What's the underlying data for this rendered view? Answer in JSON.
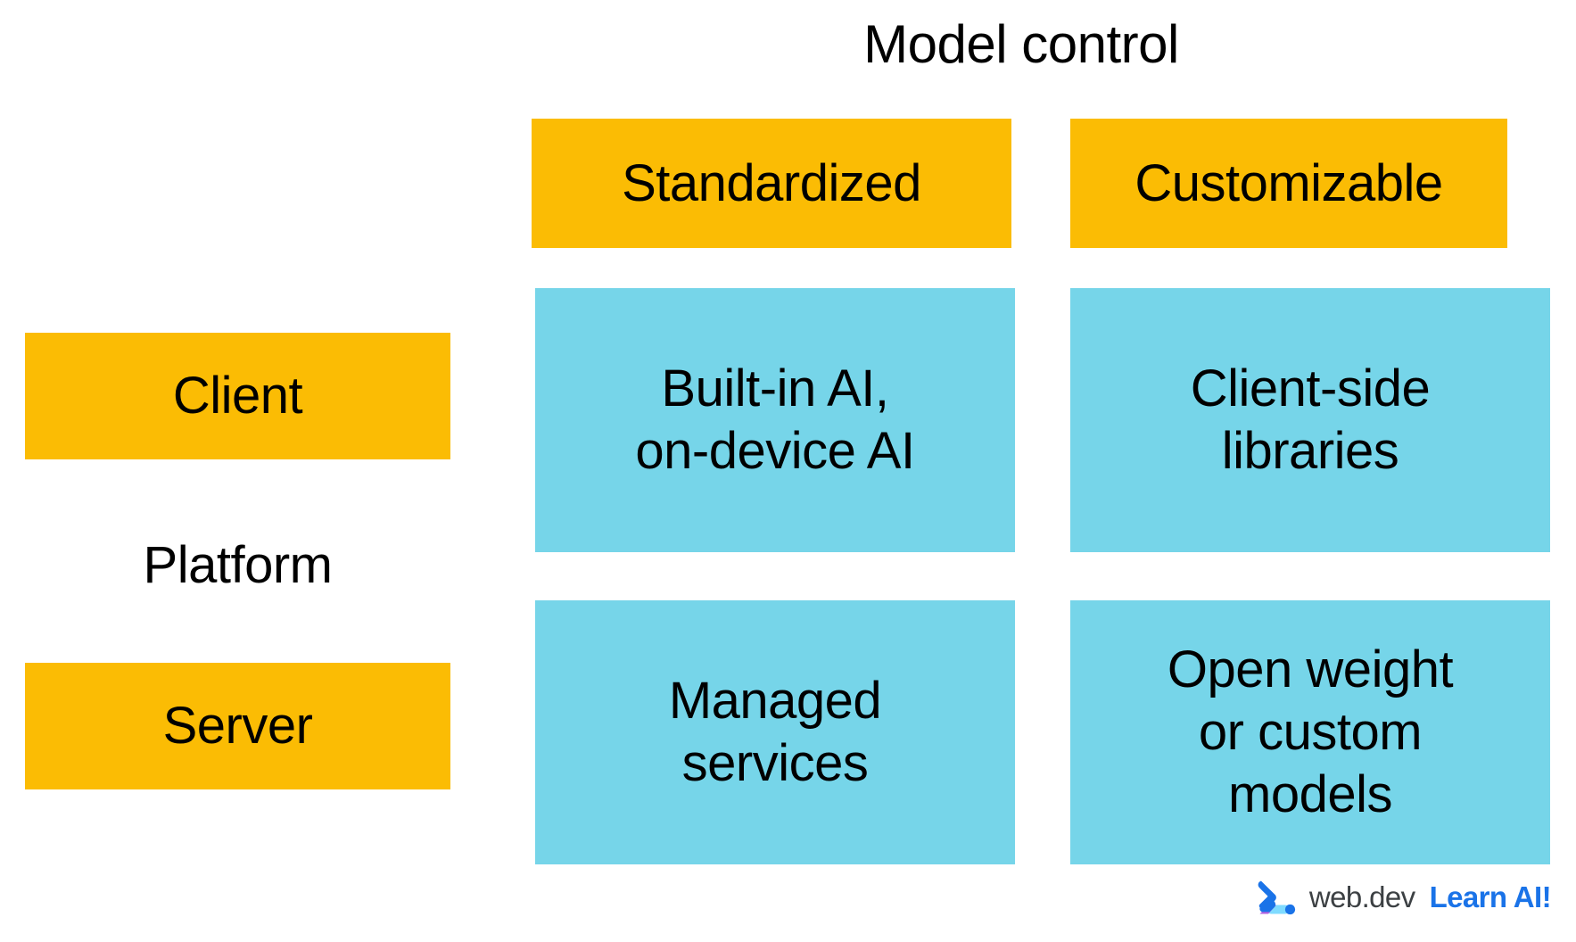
{
  "diagram": {
    "title": "Model control",
    "axis_label_left": "Platform",
    "colors": {
      "header_yellow": "#FBBC04",
      "cell_blue": "#76D5E9",
      "text": "#000000",
      "background": "#FFFFFF",
      "logo_wordmark": "#3C4043",
      "logo_tagline": "#1A73E8"
    },
    "columns": [
      {
        "label": "Standardized"
      },
      {
        "label": "Customizable"
      }
    ],
    "rows": [
      {
        "label": "Client"
      },
      {
        "label": "Server"
      }
    ],
    "cells": [
      {
        "row": "Client",
        "column": "Standardized",
        "text": "Built-in AI,\non-device AI"
      },
      {
        "row": "Client",
        "column": "Customizable",
        "text": "Client-side\nlibraries"
      },
      {
        "row": "Server",
        "column": "Standardized",
        "text": "Managed\nservices"
      },
      {
        "row": "Server",
        "column": "Customizable",
        "text": "Open weight\nor custom\nmodels"
      }
    ]
  },
  "footer": {
    "logo_mark_name": "webdev-chevron-logo",
    "wordmark": "web.dev",
    "tagline": "Learn AI!"
  }
}
